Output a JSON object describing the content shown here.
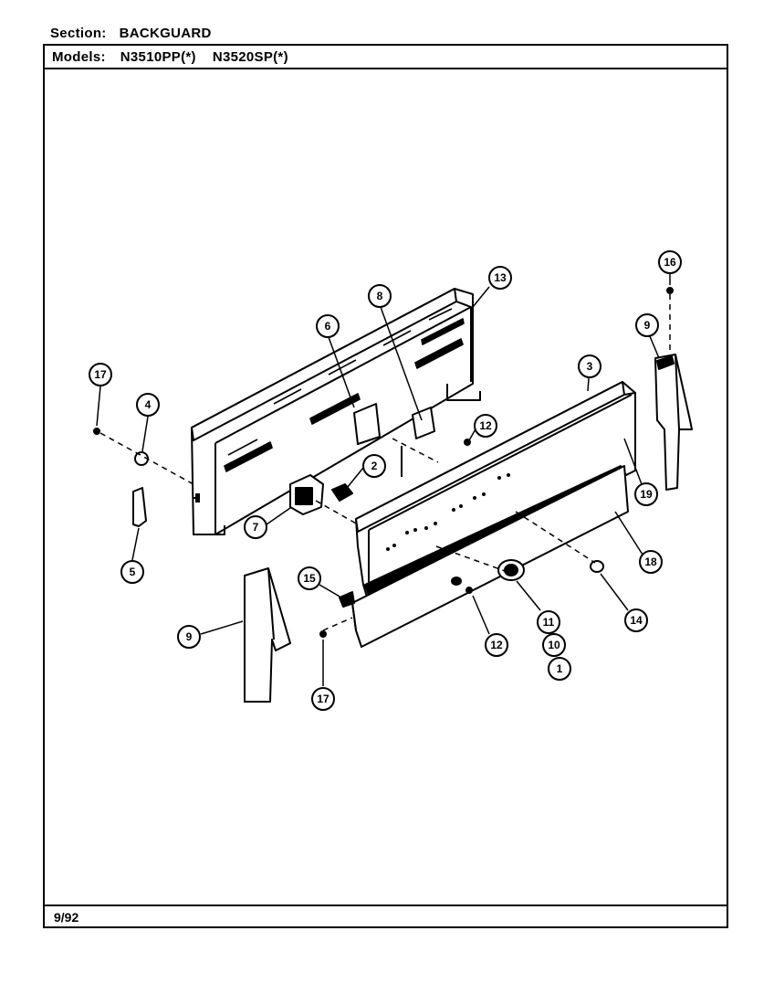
{
  "header": {
    "section_label": "Section:",
    "section_value": "BACKGUARD",
    "models_label": "Models:",
    "model_1": "N3510PP(*)",
    "model_2": "N3520SP(*)"
  },
  "footer": {
    "date": "9/92"
  },
  "callouts": [
    "16",
    "13",
    "8",
    "6",
    "9",
    "17",
    "4",
    "3",
    "12",
    "2",
    "19",
    "7",
    "5",
    "18",
    "15",
    "9",
    "14",
    "11",
    "12",
    "10",
    "1",
    "17"
  ]
}
